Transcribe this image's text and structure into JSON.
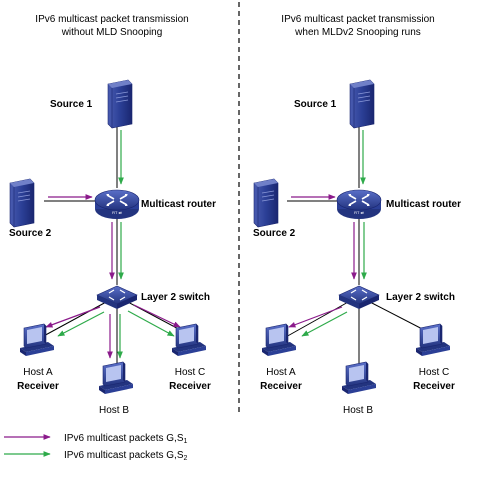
{
  "left": {
    "title_line1": "IPv6 multicast packet transmission",
    "title_line2": "without MLD Snooping",
    "source1": "Source 1",
    "source2": "Source 2",
    "router": "Multicast router",
    "switch": "Layer 2 switch",
    "host_a": "Host A",
    "host_a_role": "Receiver",
    "host_b": "Host B",
    "host_c": "Host C",
    "host_c_role": "Receiver"
  },
  "right": {
    "title_line1": "IPv6 multicast packet transmission",
    "title_line2": "when MLDv2 Snooping runs",
    "source1": "Source 1",
    "source2": "Source 2",
    "router": "Multicast router",
    "switch": "Layer 2 switch",
    "host_a": "Host A",
    "host_a_role": "Receiver",
    "host_b": "Host B",
    "host_c": "Host C",
    "host_c_role": "Receiver"
  },
  "legend": {
    "s1": "IPv6 multicast packets G,S",
    "s1_sub": "1",
    "s2": "IPv6 multicast packets G,S",
    "s2_sub": "2"
  },
  "colors": {
    "s1_arrow": "#8b1a8b",
    "s2_arrow": "#2eaa4a",
    "device_blue": "#2b3f96",
    "link": "#000000"
  },
  "icons": {
    "server": "server-tower-icon",
    "router": "router-icon",
    "switch": "switch-icon",
    "host": "desktop-pc-icon"
  }
}
